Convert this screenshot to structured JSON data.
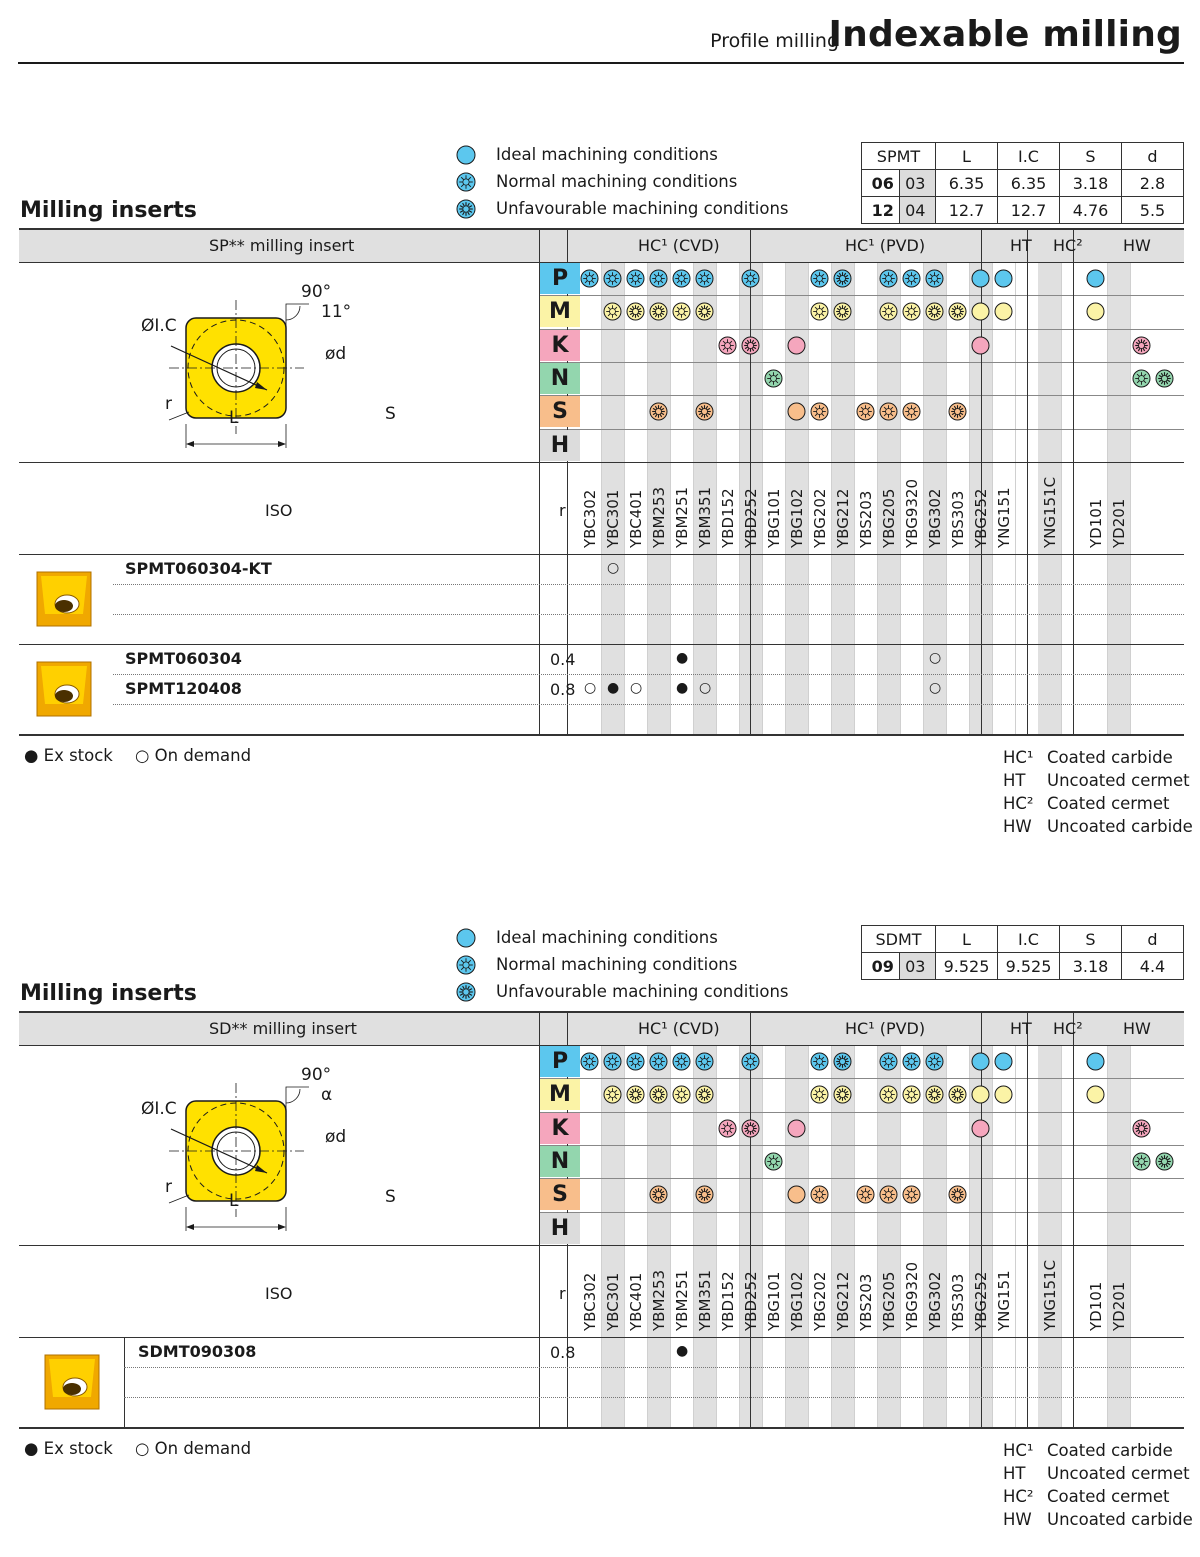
{
  "header": {
    "subtitle": "Profile milling",
    "title": "Indexable milling"
  },
  "legend": {
    "ideal": "Ideal machining conditions",
    "normal": "Normal machining conditions",
    "unfavourable": "Unfavourable machining conditions"
  },
  "materials": [
    "P",
    "M",
    "K",
    "N",
    "S",
    "H"
  ],
  "material_colors": {
    "P": "#5cc7ee",
    "M": "#fbf3a6",
    "K": "#f5a6bd",
    "N": "#93d6ae",
    "S": "#f8be8b",
    "H": "#dcdcdc"
  },
  "grades": [
    "YBC302",
    "YBC301",
    "YBC401",
    "YBM253",
    "YBM251",
    "YBM351",
    "YBD152",
    "YBD252",
    "YBG101",
    "YBG102",
    "YBG202",
    "YBG212",
    "YBS203",
    "YBG205",
    "YBG9320",
    "YBG302",
    "YBS303",
    "YBG252",
    "YNG151",
    "YNG151C",
    "YD101",
    "YD201"
  ],
  "group_headers": {
    "cvd": "HC¹ (CVD)",
    "pvd": "HC¹ (PVD)",
    "ht": "HT",
    "hc2": "HC²",
    "hw": "HW"
  },
  "footer": {
    "ex_stock": "● Ex stock",
    "on_demand": "○ On demand"
  },
  "grade_key": [
    {
      "code": "HC¹",
      "text": "Coated carbide"
    },
    {
      "code": "HT",
      "text": "Uncoated cermet"
    },
    {
      "code": "HC²",
      "text": "Coated cermet"
    },
    {
      "code": "HW",
      "text": "Uncoated carbide"
    }
  ],
  "sections": [
    {
      "title": "Milling inserts",
      "insert_label": "SP** milling insert",
      "iso_label": "ISO",
      "r_label": "r",
      "drawing": {
        "dia": "ØI.C",
        "angle": "90°",
        "clearance": "11°",
        "d": "ød",
        "r": "r",
        "L": "L",
        "S": "S"
      },
      "dimensions": {
        "headers": [
          "SPMT",
          "L",
          "I.C",
          "S",
          "d"
        ],
        "rows": [
          {
            "code_a": "06",
            "code_b": "03",
            "L": "6.35",
            "IC": "6.35",
            "S": "3.18",
            "d": "2.8"
          },
          {
            "code_a": "12",
            "code_b": "04",
            "L": "12.7",
            "IC": "12.7",
            "S": "4.76",
            "d": "5.5"
          }
        ]
      },
      "conditions": {
        "P": [
          [
            0,
            "n"
          ],
          [
            1,
            "n"
          ],
          [
            2,
            "n"
          ],
          [
            3,
            "n"
          ],
          [
            4,
            "n"
          ],
          [
            5,
            "n"
          ],
          [
            7,
            "n"
          ],
          [
            10,
            "n"
          ],
          [
            11,
            "u"
          ],
          [
            13,
            "n"
          ],
          [
            14,
            "n"
          ],
          [
            15,
            "n"
          ],
          [
            17,
            "i"
          ],
          [
            18,
            "i"
          ],
          [
            20,
            "i"
          ]
        ],
        "M": [
          [
            1,
            "n"
          ],
          [
            2,
            "u"
          ],
          [
            3,
            "u"
          ],
          [
            4,
            "n"
          ],
          [
            5,
            "u"
          ],
          [
            10,
            "n"
          ],
          [
            11,
            "u"
          ],
          [
            13,
            "n"
          ],
          [
            14,
            "n"
          ],
          [
            15,
            "u"
          ],
          [
            16,
            "u"
          ],
          [
            17,
            "i"
          ],
          [
            18,
            "i"
          ],
          [
            20,
            "i"
          ]
        ],
        "K": [
          [
            6,
            "n"
          ],
          [
            7,
            "u"
          ],
          [
            9,
            "i"
          ],
          [
            17,
            "i"
          ],
          [
            22,
            "u"
          ]
        ],
        "N": [
          [
            8,
            "n"
          ],
          [
            22,
            "n"
          ],
          [
            23,
            "u"
          ]
        ],
        "S": [
          [
            3,
            "u"
          ],
          [
            5,
            "u"
          ],
          [
            9,
            "i"
          ],
          [
            10,
            "n"
          ],
          [
            12,
            "n"
          ],
          [
            13,
            "n"
          ],
          [
            14,
            "n"
          ],
          [
            16,
            "u"
          ]
        ],
        "H": []
      },
      "groups": [
        {
          "rows": [
            {
              "code": "SPMT060304-KT",
              "r": "",
              "marks": [
                [
                  1,
                  "○"
                ]
              ]
            },
            {
              "code": "",
              "r": "",
              "marks": []
            },
            {
              "code": "",
              "r": "",
              "marks": []
            }
          ]
        },
        {
          "rows": [
            {
              "code": "SPMT060304",
              "r": "0.4",
              "marks": [
                [
                  4,
                  "●"
                ],
                [
                  15,
                  "○"
                ]
              ]
            },
            {
              "code": "SPMT120408",
              "r": "0.8",
              "marks": [
                [
                  0,
                  "○"
                ],
                [
                  1,
                  "●"
                ],
                [
                  2,
                  "○"
                ],
                [
                  4,
                  "●"
                ],
                [
                  5,
                  "○"
                ],
                [
                  15,
                  "○"
                ]
              ]
            },
            {
              "code": "",
              "r": "",
              "marks": []
            }
          ]
        }
      ]
    },
    {
      "title": "Milling inserts",
      "insert_label": "SD** milling insert",
      "iso_label": "ISO",
      "r_label": "r",
      "drawing": {
        "dia": "ØI.C",
        "angle": "90°",
        "clearance": "α",
        "d": "ød",
        "r": "r",
        "L": "L",
        "S": "S"
      },
      "dimensions": {
        "headers": [
          "SDMT",
          "L",
          "I.C",
          "S",
          "d"
        ],
        "rows": [
          {
            "code_a": "09",
            "code_b": "03",
            "L": "9.525",
            "IC": "9.525",
            "S": "3.18",
            "d": "4.4"
          }
        ]
      },
      "conditions": {
        "P": [
          [
            0,
            "n"
          ],
          [
            1,
            "n"
          ],
          [
            2,
            "n"
          ],
          [
            3,
            "n"
          ],
          [
            4,
            "n"
          ],
          [
            5,
            "n"
          ],
          [
            7,
            "n"
          ],
          [
            10,
            "n"
          ],
          [
            11,
            "u"
          ],
          [
            13,
            "n"
          ],
          [
            14,
            "n"
          ],
          [
            15,
            "n"
          ],
          [
            17,
            "i"
          ],
          [
            18,
            "i"
          ],
          [
            20,
            "i"
          ]
        ],
        "M": [
          [
            1,
            "n"
          ],
          [
            2,
            "u"
          ],
          [
            3,
            "u"
          ],
          [
            4,
            "n"
          ],
          [
            5,
            "u"
          ],
          [
            10,
            "n"
          ],
          [
            11,
            "u"
          ],
          [
            13,
            "n"
          ],
          [
            14,
            "n"
          ],
          [
            15,
            "u"
          ],
          [
            16,
            "u"
          ],
          [
            17,
            "i"
          ],
          [
            18,
            "i"
          ],
          [
            20,
            "i"
          ]
        ],
        "K": [
          [
            6,
            "n"
          ],
          [
            7,
            "u"
          ],
          [
            9,
            "i"
          ],
          [
            17,
            "i"
          ],
          [
            22,
            "u"
          ]
        ],
        "N": [
          [
            8,
            "n"
          ],
          [
            22,
            "n"
          ],
          [
            23,
            "u"
          ]
        ],
        "S": [
          [
            3,
            "u"
          ],
          [
            5,
            "u"
          ],
          [
            9,
            "i"
          ],
          [
            10,
            "n"
          ],
          [
            12,
            "n"
          ],
          [
            13,
            "n"
          ],
          [
            14,
            "n"
          ],
          [
            16,
            "u"
          ]
        ],
        "H": []
      },
      "groups": [
        {
          "rows": [
            {
              "code": "SDMT090308",
              "r": "0.8",
              "marks": [
                [
                  4,
                  "●"
                ]
              ]
            },
            {
              "code": "",
              "r": "",
              "marks": []
            },
            {
              "code": "",
              "r": "",
              "marks": []
            }
          ]
        }
      ]
    }
  ]
}
